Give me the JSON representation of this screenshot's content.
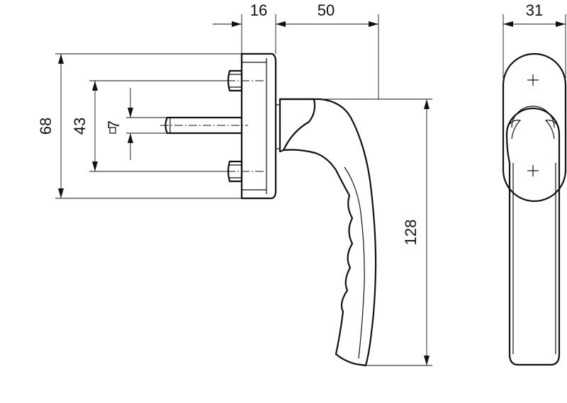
{
  "dimensions": {
    "base_depth": "16",
    "projection": "50",
    "width": "31",
    "rose_height": "68",
    "screw_spacing": "43",
    "spindle_size": "7",
    "lever_length": "128"
  },
  "colors": {
    "line": "#111111",
    "background": "#ffffff"
  }
}
